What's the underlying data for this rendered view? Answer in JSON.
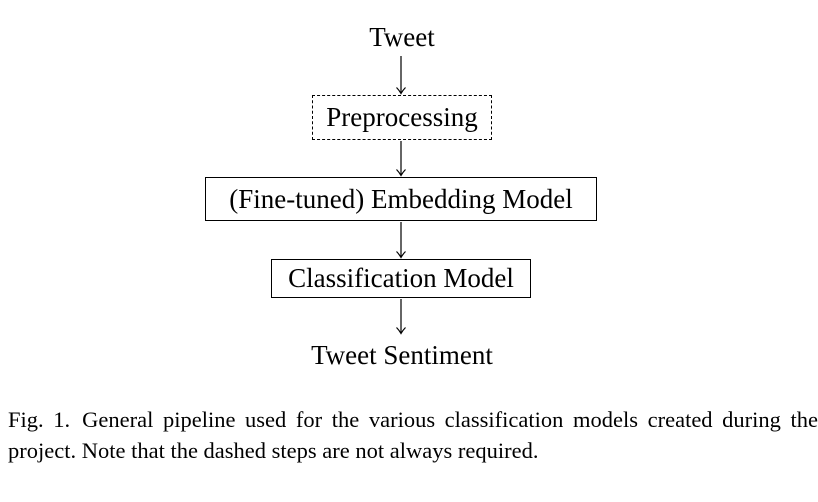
{
  "diagram": {
    "nodes": {
      "input": "Tweet",
      "preprocessing": "Preprocessing",
      "embedding": "(Fine-tuned) Embedding Model",
      "classification": "Classification Model",
      "output": "Tweet Sentiment"
    }
  },
  "caption": {
    "label": "Fig. 1.",
    "text": "General pipeline used for the various classification models created during the project. Note that the dashed steps are not always required."
  }
}
